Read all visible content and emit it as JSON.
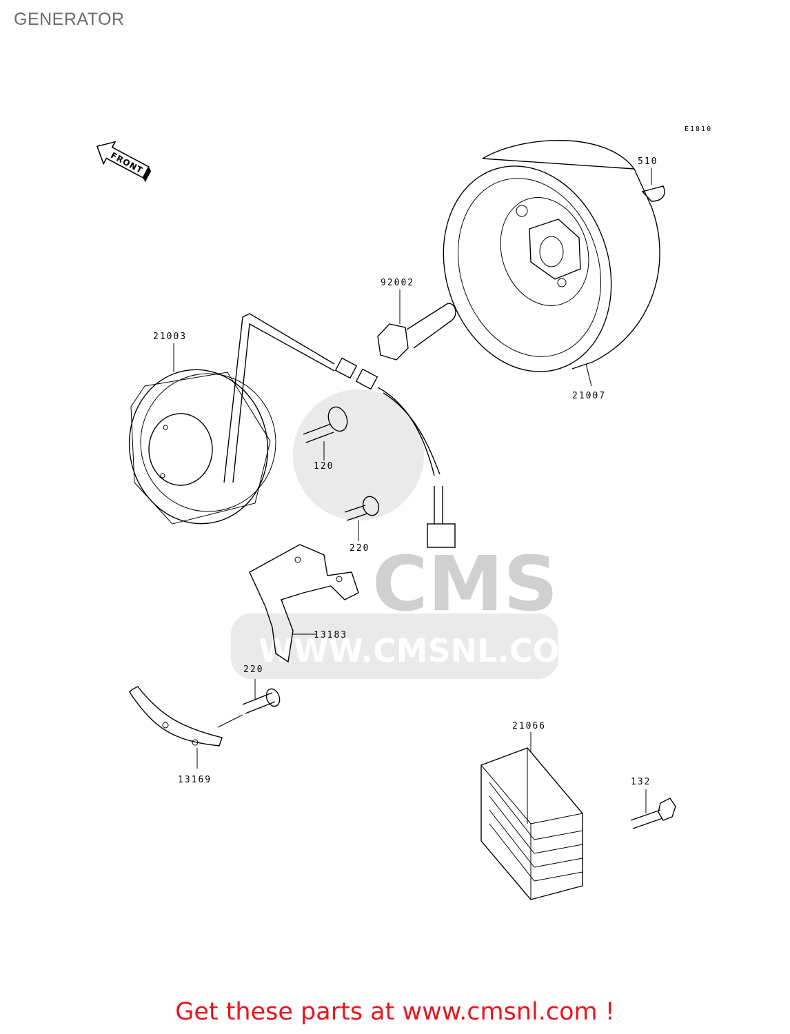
{
  "title": "GENERATOR",
  "diagram_code": "E1810",
  "front_label": "FRONT",
  "watermark": {
    "logo": "CMS",
    "url": "WWW.CMSNL.COM"
  },
  "parts": {
    "p510": "510",
    "p92002": "92002",
    "p21003": "21003",
    "p21007": "21007",
    "p120": "120",
    "p220a": "220",
    "p13183": "13183",
    "p220b": "220",
    "p13169": "13169",
    "p21066": "21066",
    "p132": "132"
  },
  "footer": "Get these parts at www.cmsnl.com !",
  "colors": {
    "footer": "#e8141c",
    "title": "#6b6b6b",
    "watermark": "#d9d9d9"
  }
}
